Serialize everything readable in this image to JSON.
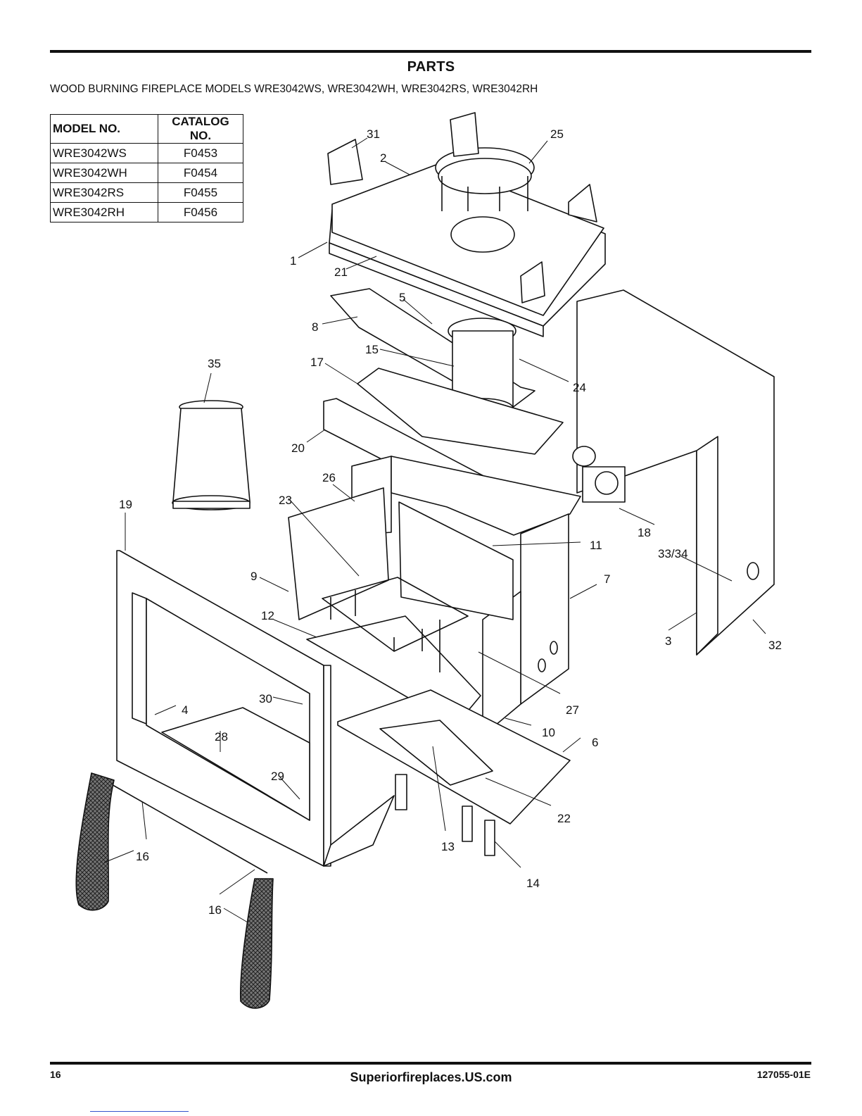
{
  "header": {
    "title": "PARTS",
    "subtitle": "WOOD BURNING FIREPLACE MODELS WRE3042WS, WRE3042WH, WRE3042RS, WRE3042RH"
  },
  "model_table": {
    "headers": [
      "MODEL NO.",
      "CATALOG NO."
    ],
    "rows": [
      [
        "WRE3042WS",
        "F0453"
      ],
      [
        "WRE3042WH",
        "F0454"
      ],
      [
        "WRE3042RS",
        "F0455"
      ],
      [
        "WRE3042RH",
        "F0456"
      ]
    ]
  },
  "callouts": {
    "c1": "1",
    "c2": "2",
    "c3": "3",
    "c4": "4",
    "c5": "5",
    "c6": "6",
    "c7": "7",
    "c8": "8",
    "c9": "9",
    "c10": "10",
    "c11": "11",
    "c12": "12",
    "c13": "13",
    "c14": "14",
    "c15": "15",
    "c16a": "16",
    "c16b": "16",
    "c17": "17",
    "c18": "18",
    "c19": "19",
    "c20": "20",
    "c21": "21",
    "c22": "22",
    "c23": "23",
    "c24": "24",
    "c25": "25",
    "c26": "26",
    "c27": "27",
    "c28": "28",
    "c29": "29",
    "c30": "30",
    "c31": "31",
    "c32": "32",
    "c3334": "33/34",
    "c35": "35"
  },
  "footer": {
    "page_number": "16",
    "website": "Superiorfireplaces.US.com",
    "doc_number": "127055-01E"
  }
}
